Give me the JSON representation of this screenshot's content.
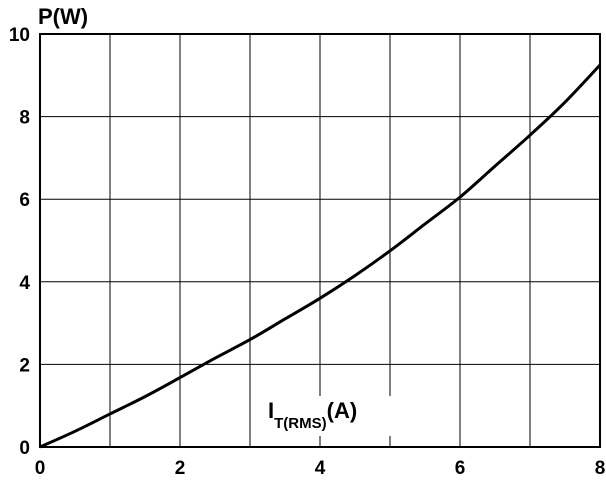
{
  "chart_data": {
    "type": "line",
    "ylabel": "P(W)",
    "xlabel": {
      "main": "I",
      "subscript": "T(RMS)",
      "suffix": "(A)"
    },
    "xlim": [
      0,
      8
    ],
    "ylim": [
      0,
      10
    ],
    "xticks": [
      "0",
      "2",
      "4",
      "6",
      "8"
    ],
    "yticks": [
      "0",
      "2",
      "4",
      "6",
      "8",
      "10"
    ],
    "grid": true,
    "series": [
      {
        "x": [
          0,
          0.5,
          1,
          1.5,
          2,
          2.5,
          3,
          3.5,
          4,
          4.5,
          5,
          5.5,
          6,
          6.5,
          7,
          7.5,
          8
        ],
        "y": [
          0,
          0.38,
          0.8,
          1.22,
          1.68,
          2.15,
          2.6,
          3.1,
          3.6,
          4.15,
          4.75,
          5.4,
          6.05,
          6.8,
          7.55,
          8.35,
          9.25
        ]
      }
    ]
  }
}
